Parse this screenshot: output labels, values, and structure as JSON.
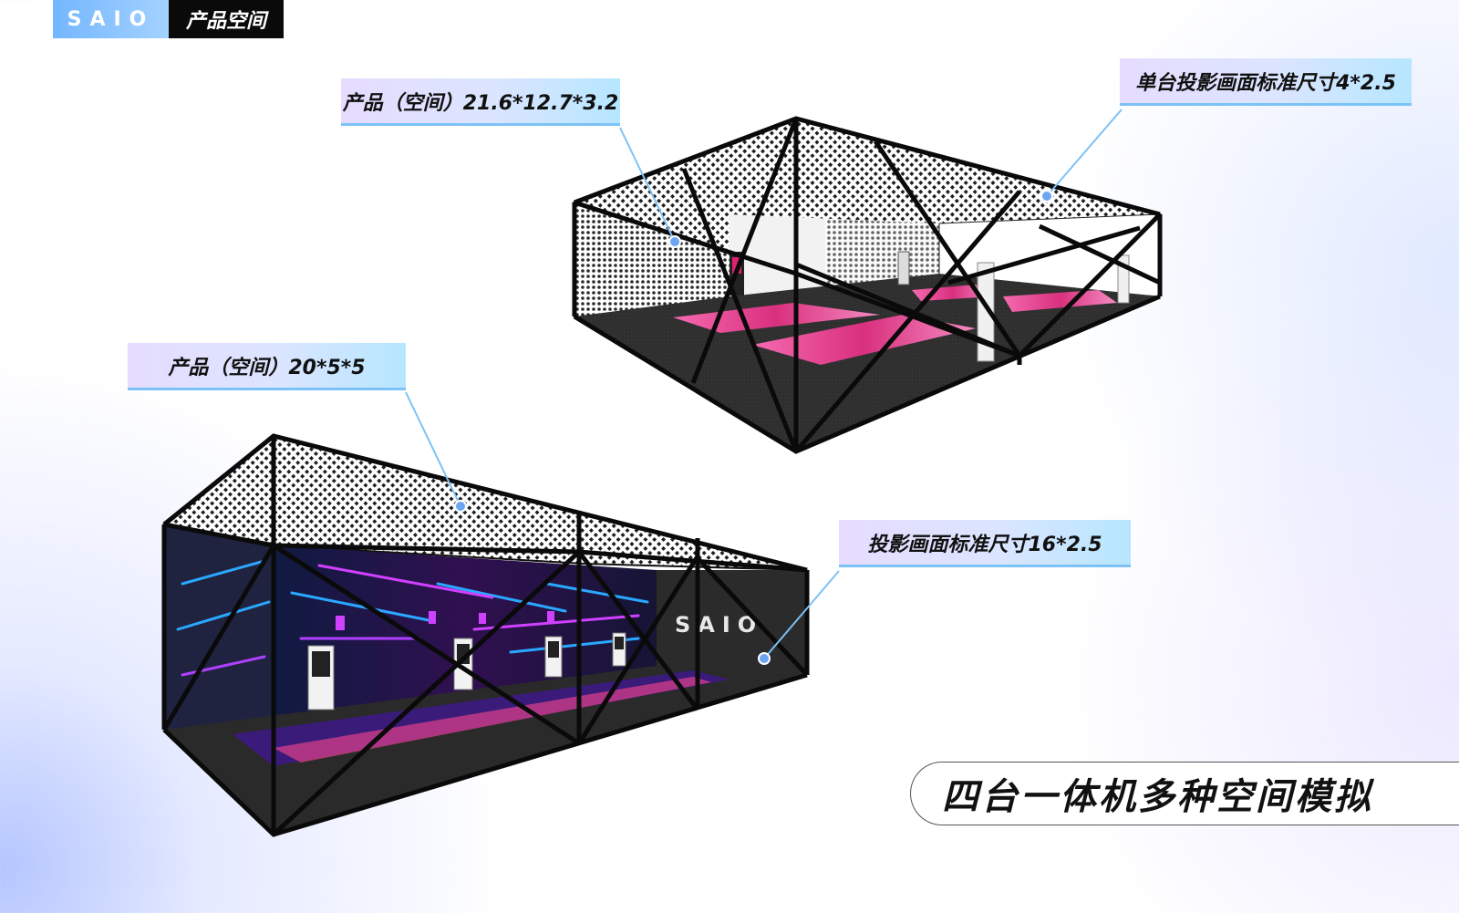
{
  "header": {
    "brand": "SAIO",
    "section": "产品空间"
  },
  "labels": {
    "space_top": "产品（空间）21.6*12.7*3.2",
    "single_projection": "单台投影画面标准尺寸4*2.5",
    "space_bottom": "产品（空间）20*5*5",
    "projection": "投影画面标准尺寸16*2.5"
  },
  "wall_logo": "SAIO",
  "footer": {
    "title": "四台一体机多种空间模拟"
  },
  "colors": {
    "brand_gradient_start": "#74b6ff",
    "label_accent": "#7cc2f6",
    "floor_pink": "#e0408a",
    "neon_blue": "#2aa8ff",
    "neon_purple": "#b040ff"
  }
}
